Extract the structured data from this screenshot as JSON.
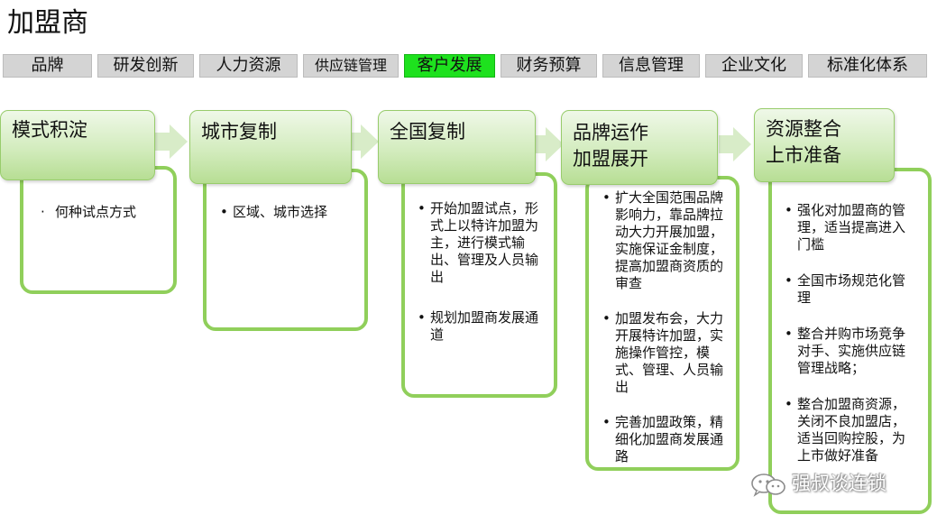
{
  "page_title": "加盟商",
  "tabs": [
    {
      "label": "品牌"
    },
    {
      "label": "研发创新"
    },
    {
      "label": "人力资源"
    },
    {
      "label": "供应链管理"
    },
    {
      "label": "客户发展"
    },
    {
      "label": "财务预算"
    },
    {
      "label": "信息管理"
    },
    {
      "label": "企业文化"
    },
    {
      "label": "标准化体系"
    }
  ],
  "active_tab": "客户发展",
  "colors": {
    "active_tab": "#1ee11e",
    "tab": "#d4d4d4",
    "card_border": "#90cf5b",
    "arrow": "#d8ecc8"
  },
  "stages": [
    {
      "title_lines": [
        "模式积淀"
      ],
      "bullets": [
        "何种试点方式"
      ]
    },
    {
      "title_lines": [
        "城市复制"
      ],
      "bullets": [
        "区域、城市选择"
      ]
    },
    {
      "title_lines": [
        "全国复制"
      ],
      "bullets": [
        "开始加盟试点，形式上以特许加盟为主，进行模式输出、管理及人员输出",
        "规划加盟商发展通道"
      ]
    },
    {
      "title_lines": [
        "品牌运作",
        "加盟展开"
      ],
      "bullets": [
        "扩大全国范围品牌影响力，靠品牌拉动大力开展加盟，实施保证金制度，提高加盟商资质的审查",
        "加盟发布会，大力开展特许加盟，实施操作管控，模式、管理、人员输出",
        "完善加盟政策，精细化加盟商发展通路"
      ]
    },
    {
      "title_lines": [
        "资源整合",
        "上市准备"
      ],
      "bullets": [
        "强化对加盟商的管理，适当提高进入门槛",
        "全国市场规范化管理",
        "整合并购市场竞争对手、实施供应链管理战略；",
        "整合加盟商资源，关闭不良加盟店，适当回购控股，为上市做好准备"
      ]
    }
  ],
  "watermark": {
    "text": "强叔谈连锁",
    "icon": "wechat-icon"
  }
}
